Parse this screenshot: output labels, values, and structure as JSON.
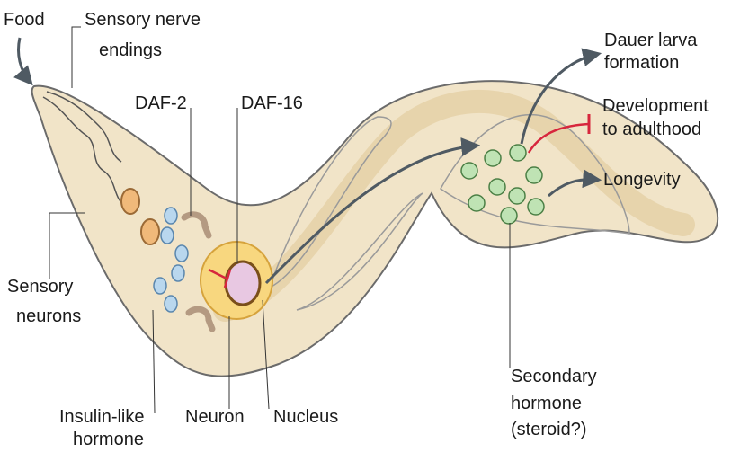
{
  "labels": {
    "food": "Food",
    "sensory_nerve_endings_l1": "Sensory nerve",
    "sensory_nerve_endings_l2": "endings",
    "daf2": "DAF-2",
    "daf16": "DAF-16",
    "dauer_l1": "Dauer larva",
    "dauer_l2": "formation",
    "development_l1": "Development",
    "development_l2": "to adulthood",
    "longevity": "Longevity",
    "sensory_neurons_l1": "Sensory",
    "sensory_neurons_l2": "neurons",
    "insulin_l1": "Insulin-like",
    "insulin_l2": "hormone",
    "neuron": "Neuron",
    "nucleus": "Nucleus",
    "secondary_l1": "Secondary",
    "secondary_l2": "hormone",
    "secondary_l3": "(steroid?)"
  },
  "colors": {
    "worm_fill": "#f1e4c8",
    "worm_outline": "#6b6b6b",
    "gut_band": "#e6d2a8",
    "neuron_fill": "#f8d77f",
    "nucleus_fill": "#e8c8e2",
    "hormone_blue": "#b9d7ee",
    "steroid_green": "#bfe3b4",
    "sensory_neuron_orange": "#f0b97a",
    "receptor_tan": "#b49a82",
    "arrow_gray": "#4f5a63",
    "inhibit_red": "#d7263d"
  }
}
